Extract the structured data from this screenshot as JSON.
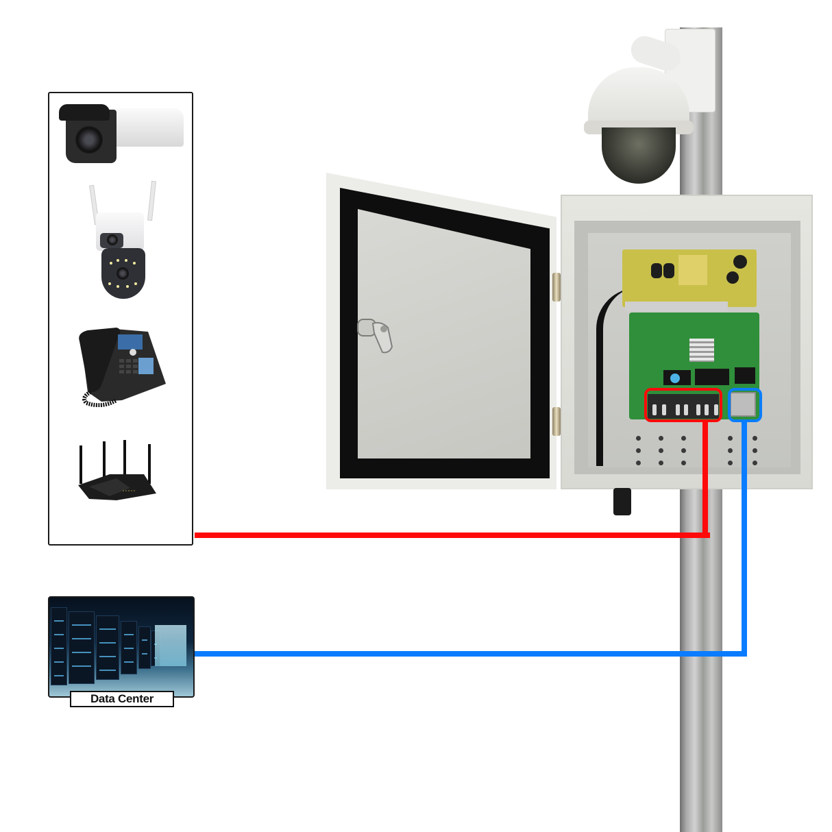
{
  "diagram": {
    "title": "PoE switch cabinet network connection diagram",
    "colors": {
      "poe_line": "#ff0a0a",
      "uplink_line": "#0a7cff",
      "background": "#ffffff",
      "panel_border": "#1a1a1a"
    },
    "endpoint_devices": {
      "label": "",
      "items": [
        {
          "name": "Bullet IP camera",
          "icon": "bullet-camera-icon"
        },
        {
          "name": "Dual-lens PTZ WiFi camera",
          "icon": "ptz-camera-icon"
        },
        {
          "name": "VoIP IP phone",
          "icon": "ip-phone-icon"
        },
        {
          "name": "Wireless router",
          "icon": "wifi-router-icon"
        }
      ]
    },
    "data_center": {
      "label": "Data Center",
      "icon": "server-room-icon"
    },
    "cabinet": {
      "name": "Outdoor pole-mounted enclosure with PoE switch",
      "components": [
        "Door with cam lock",
        "Power supply board",
        "PoE switch PCB",
        "PoE RJ45 ports",
        "SFP uplink port",
        "Cable gland"
      ]
    },
    "pole_camera": {
      "name": "PTZ dome camera on pole mount"
    },
    "connections": [
      {
        "from": "endpoint_devices",
        "to": "PoE ports",
        "color": "red",
        "highlight": "red rounded box around RJ45 PoE ports"
      },
      {
        "from": "data_center",
        "to": "SFP uplink port",
        "color": "blue",
        "highlight": "blue rounded box around SFP port"
      }
    ]
  }
}
